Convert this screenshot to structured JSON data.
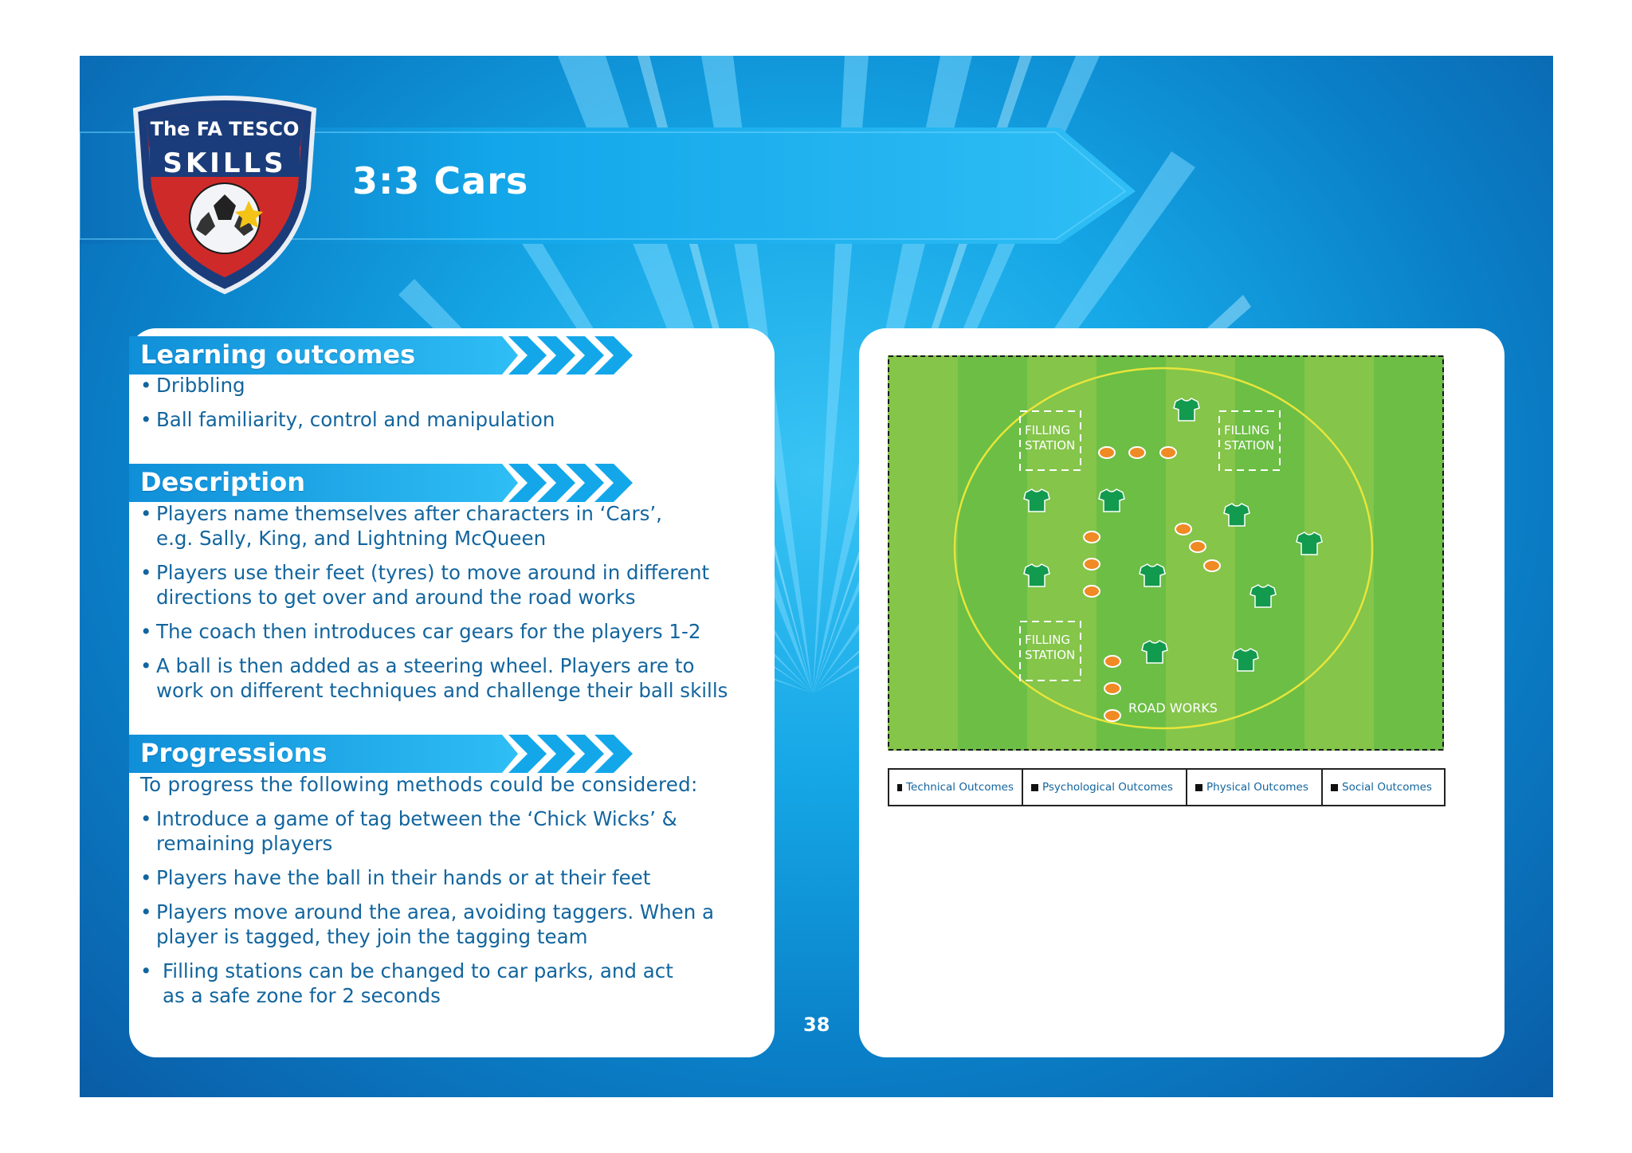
{
  "header": {
    "logo": {
      "line1": "The FA",
      "line2": "TESCO",
      "line3": "SKILLS"
    },
    "title": "3:3 Cars"
  },
  "learning_outcomes": {
    "heading": "Learning outcomes",
    "items": [
      "Dribbling",
      "Ball familiarity, control and manipulation"
    ]
  },
  "description": {
    "heading": "Description",
    "items": [
      [
        "Players name themselves after characters in ‘Cars’,",
        "e.g. Sally, King, and Lightning McQueen"
      ],
      [
        "Players use their feet (tyres) to move around in different",
        "directions to get over and around the road works"
      ],
      [
        "The coach then introduces car gears for the players 1-2"
      ],
      [
        "A ball is then added as a steering wheel. Players are to",
        "work on different techniques and challenge their ball skills"
      ]
    ]
  },
  "progressions": {
    "heading": "Progressions",
    "intro": "To progress the following methods could be considered:",
    "items": [
      [
        "Introduce a game of tag between the ‘Chick Wicks’ &",
        "remaining players"
      ],
      [
        "Players have the ball in their hands or at their feet"
      ],
      [
        "Players move around the area, avoiding taggers. When a",
        "player is tagged, they join the tagging team"
      ],
      [
        "Filling stations can be changed to car parks, and act",
        "as a safe zone for 2 seconds"
      ]
    ]
  },
  "page_number": "38",
  "diagram": {
    "filling_station_label_1": "FILLING",
    "filling_station_label_2": "STATION",
    "road_works_label": "ROAD WORKS"
  },
  "legend": [
    "Technical Outcomes",
    "Psychological Outcomes",
    "Physical Outcomes",
    "Social Outcomes"
  ],
  "colors": {
    "pitch_dark": "#5cb845",
    "pitch_light": "#84c54a",
    "text_blue": "#12659e",
    "header_blue": "#13a7ea",
    "cone_orange": "#f08a24",
    "shirt_green": "#129a4e"
  }
}
